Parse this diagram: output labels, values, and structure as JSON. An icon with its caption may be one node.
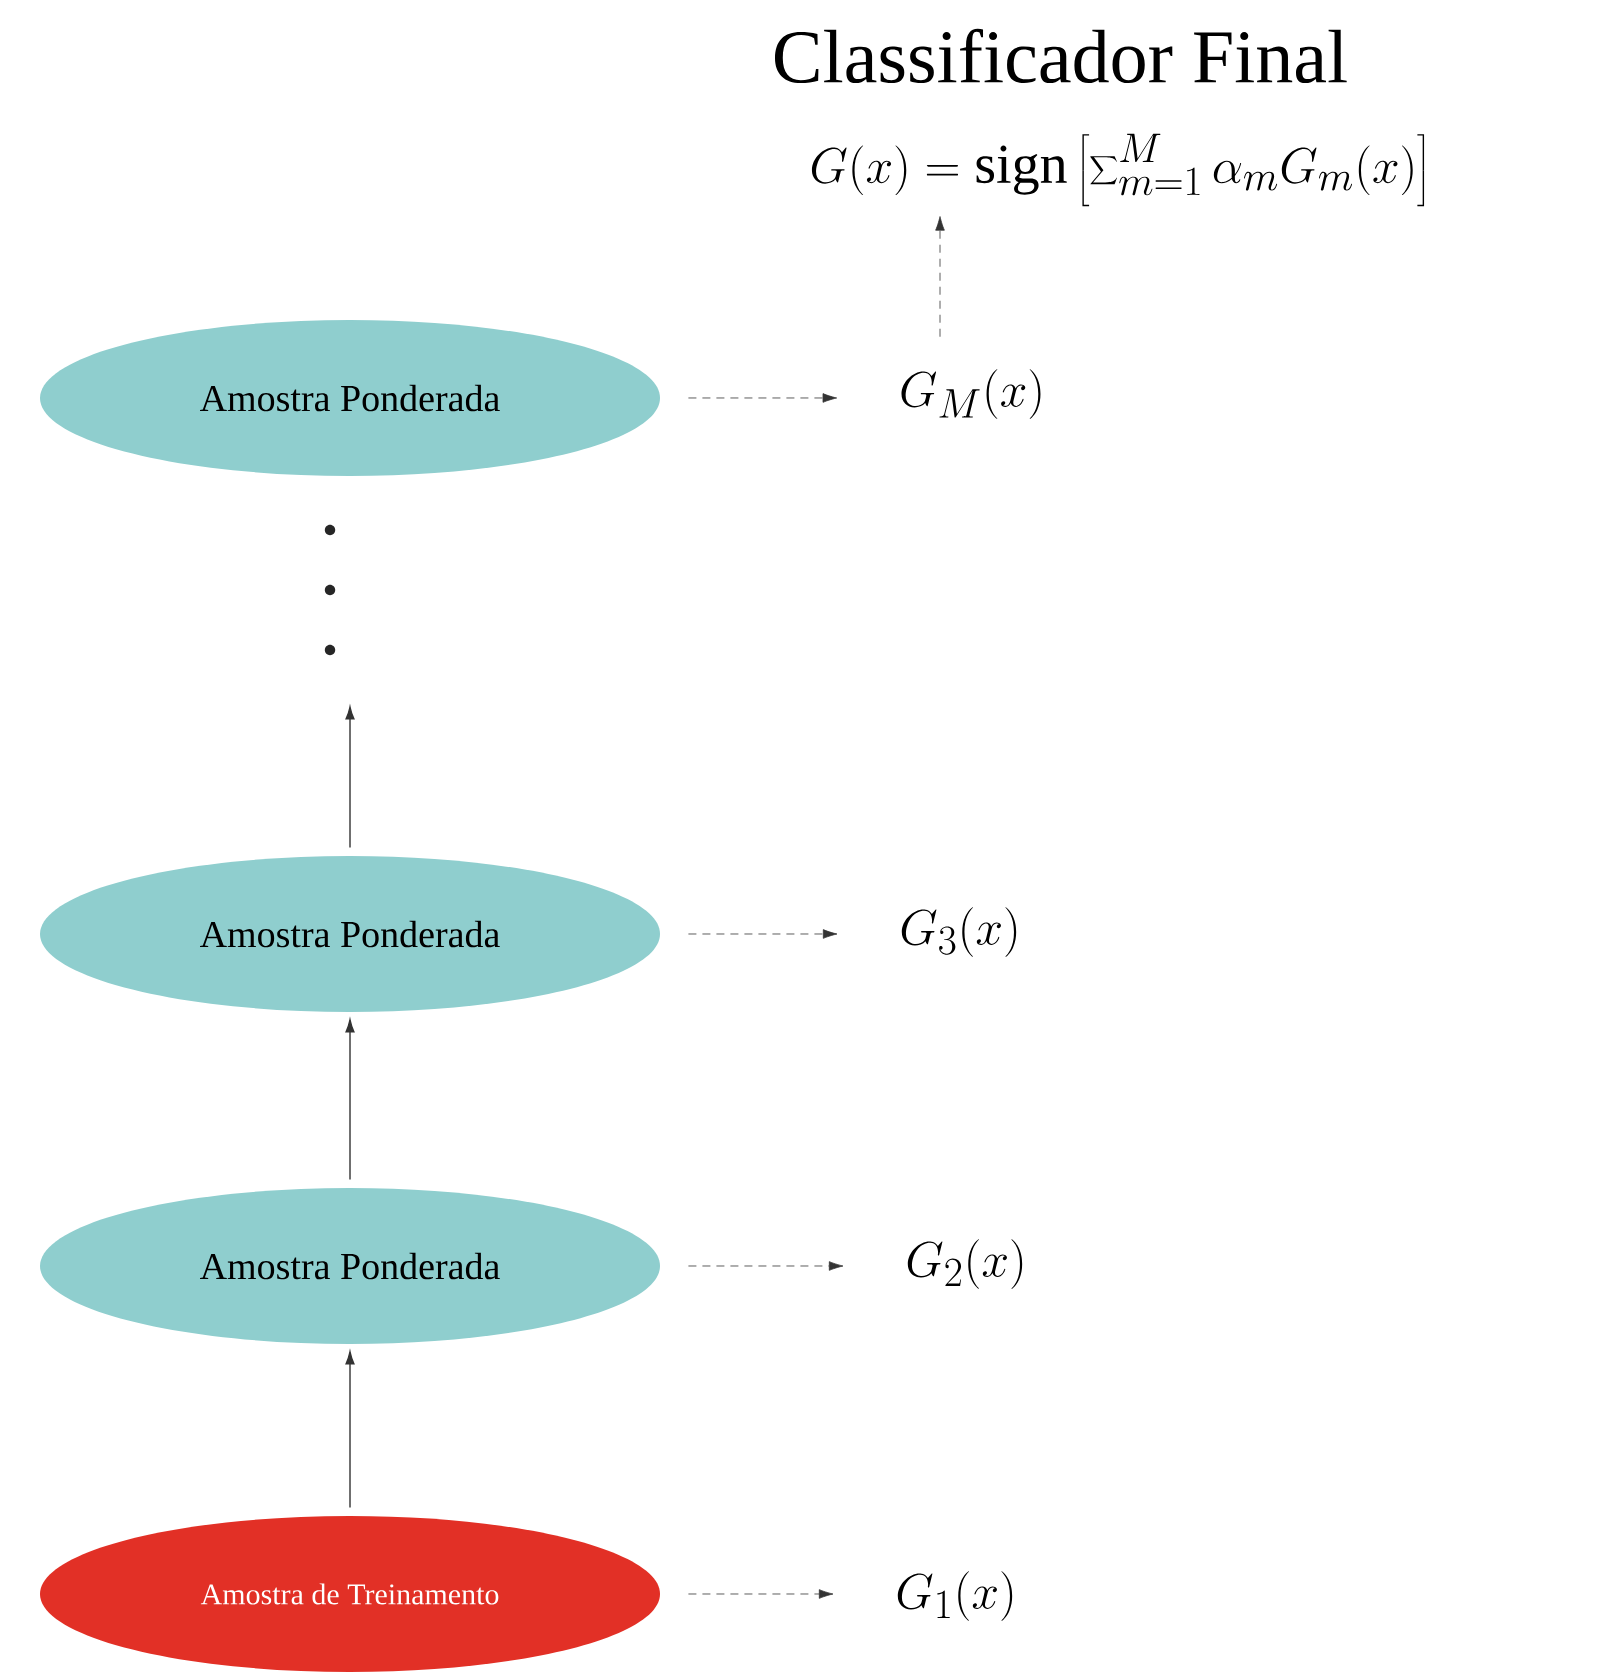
{
  "diagram": {
    "title": "Classificador Final",
    "nodes": [
      {
        "text": [
          "G(x) = \\mathrm{sign}\\left[\\displaystyle\\sum\\nolimits_{m=1}^{M} \\alpha_m G_m(x)\\right]"
        ]
      },
      {
        "text": [
          "Amostra Ponderada"
        ]
      },
      {
        "text": [
          "G_M(x)"
        ]
      },
      {
        "text": [
          "Amostra Ponderada"
        ]
      },
      {
        "text": [
          "G_3(x)"
        ]
      },
      {
        "text": [
          "Amostra Ponderada"
        ]
      },
      {
        "text": [
          "G_2(x)"
        ]
      },
      {
        "text": [
          "Amostra de Treinamento"
        ]
      },
      {
        "text": [
          "G_1(x)"
        ]
      }
    ],
    "edges": [
      {
        "from": 1,
        "to": 2,
        "arrow": "to",
        "style": "dashed"
      },
      {
        "from": 2,
        "to": 0,
        "arrow": "to",
        "style": "dashed"
      },
      {
        "from": 3,
        "to": null,
        "arrow": "to"
      },
      {
        "from": 5,
        "to": 3,
        "arrow": "to"
      },
      {
        "from": 7,
        "to": 5,
        "arrow": "to"
      },
      {
        "from": 3,
        "to": 4,
        "arrow": "to",
        "style": "dashed"
      },
      {
        "from": 5,
        "to": 6,
        "arrow": "to",
        "style": "dashed"
      },
      {
        "from": 7,
        "to": 8,
        "arrow": "to",
        "style": "dashed"
      }
    ]
  }
}
